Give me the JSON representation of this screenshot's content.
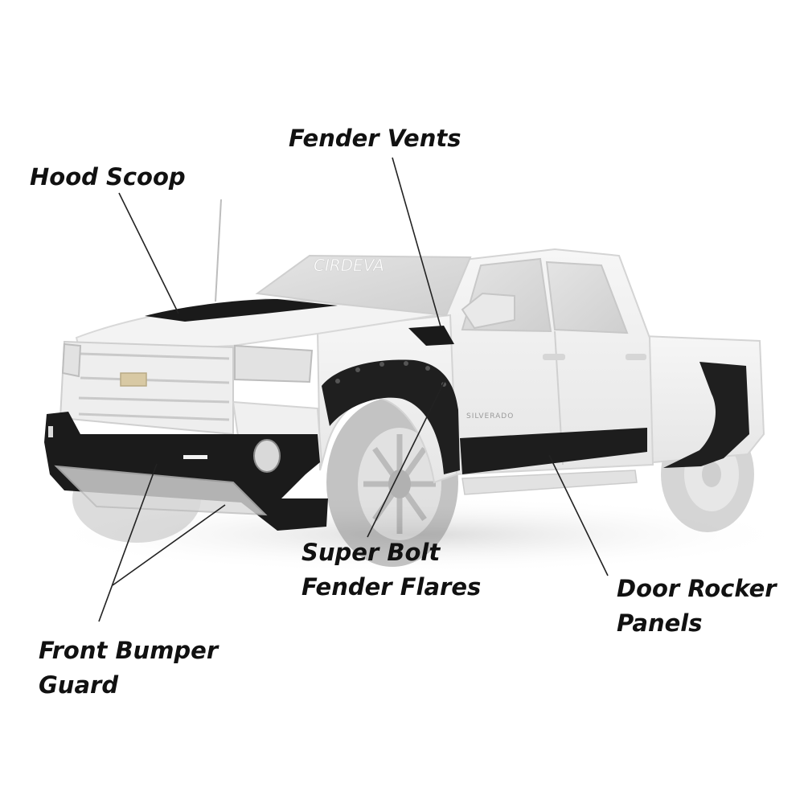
{
  "callouts": {
    "hood_scoop": {
      "lines": [
        "Hood Scoop"
      ]
    },
    "fender_vents": {
      "lines": [
        "Fender Vents"
      ]
    },
    "fender_flares": {
      "lines": [
        "Super Bolt",
        "Fender Flares"
      ]
    },
    "rocker_panels": {
      "lines": [
        "Door Rocker",
        "Panels"
      ]
    },
    "bumper_guard": {
      "lines": [
        "Front Bumper",
        "Guard"
      ]
    }
  },
  "truck": {
    "windshield_text": "CIRDEVA",
    "badge_text": "SILVERADO"
  },
  "colors": {
    "label_text": "#111111",
    "leader_line": "#222222",
    "body_paint": "#eeeeee",
    "accessory_black": "#1a1a1a",
    "background": "#ffffff"
  }
}
